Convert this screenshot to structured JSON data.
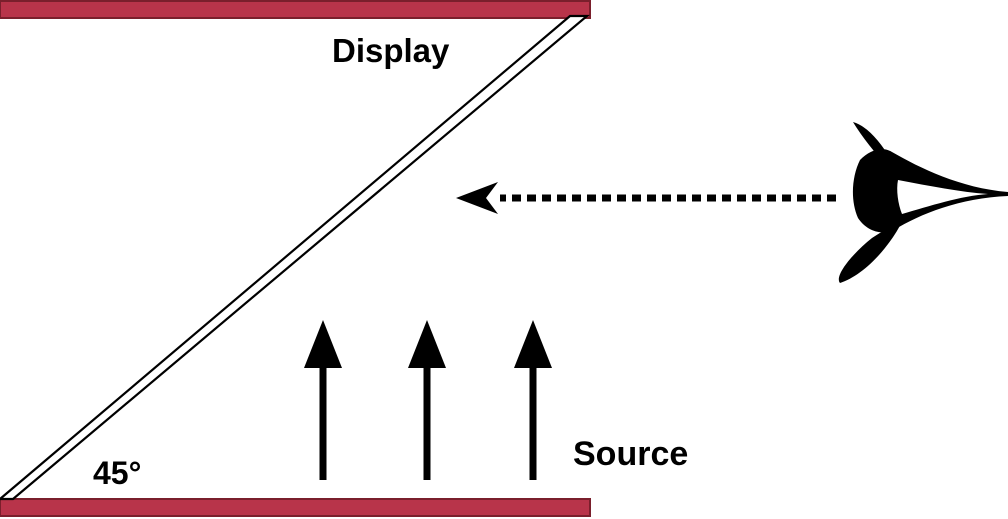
{
  "labels": {
    "display": "Display",
    "source": "Source",
    "angle": "45°"
  },
  "colors": {
    "plate_fill": "#b8344a",
    "plate_border": "#7a1f2c",
    "ink": "#000000",
    "background": "#ffffff"
  },
  "icons": {
    "viewer": "eye-icon",
    "source_rays": "arrow-up-icon",
    "view_direction": "dotted-arrow-left-icon"
  }
}
